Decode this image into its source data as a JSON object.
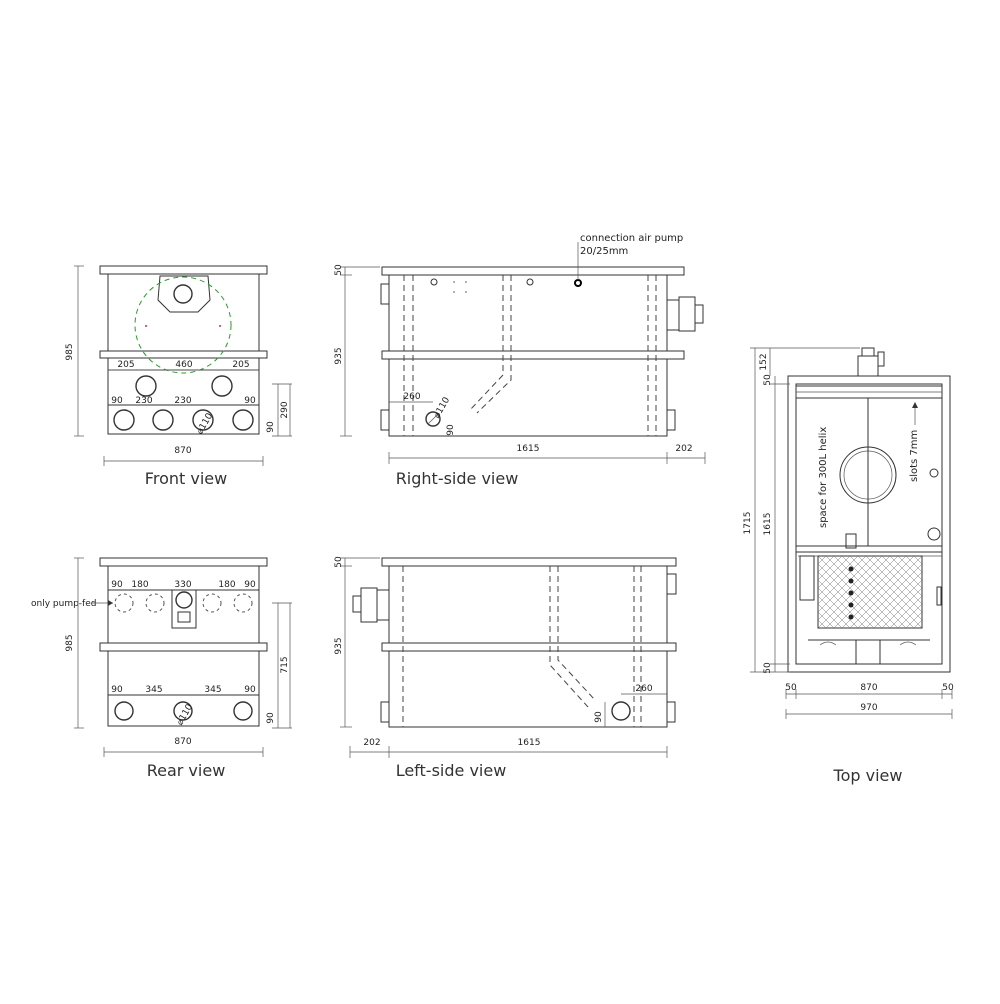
{
  "front_view": {
    "caption": "Front view",
    "dims": {
      "height": "985",
      "width": "870",
      "top_left": "205",
      "top_center": "460",
      "top_right": "205",
      "bot_90a": "90",
      "bot_230a": "230",
      "bot_230b": "230",
      "bot_90b": "90",
      "right_290": "290",
      "right_90": "90",
      "pipe_label": "⌀110"
    }
  },
  "right_side_view": {
    "caption": "Right-side view",
    "air_pump_label_1": "connection air pump",
    "air_pump_label_2": "20/25mm",
    "dims": {
      "top_50": "50",
      "height_935": "935",
      "length": "1615",
      "overhang": "202",
      "d260": "260",
      "d90": "90",
      "pipe_label": "⌀110"
    }
  },
  "rear_view": {
    "caption": "Rear view",
    "only_pump_fed": "only pump-fed",
    "dims": {
      "height": "985",
      "width": "870",
      "t90a": "90",
      "t180a": "180",
      "t330": "330",
      "t180b": "180",
      "t90b": "90",
      "b90a": "90",
      "b345a": "345",
      "b345b": "345",
      "b90b": "90",
      "right_715": "715",
      "right_90": "90",
      "pipe_label": "⌀110"
    }
  },
  "left_side_view": {
    "caption": "Left-side view",
    "dims": {
      "top_50": "50",
      "height_935": "935",
      "length": "1615",
      "overhang": "202",
      "d260": "260",
      "d90": "90"
    }
  },
  "top_view": {
    "caption": "Top view",
    "helix_label": "space for 300L helix",
    "slots_label": "slots 7mm",
    "dims": {
      "top_152": "152",
      "total_1715": "1715",
      "inner_1615": "1615",
      "top_50": "50",
      "bot_50": "50",
      "w50a": "50",
      "w870": "870",
      "w50b": "50",
      "w970": "970"
    }
  }
}
